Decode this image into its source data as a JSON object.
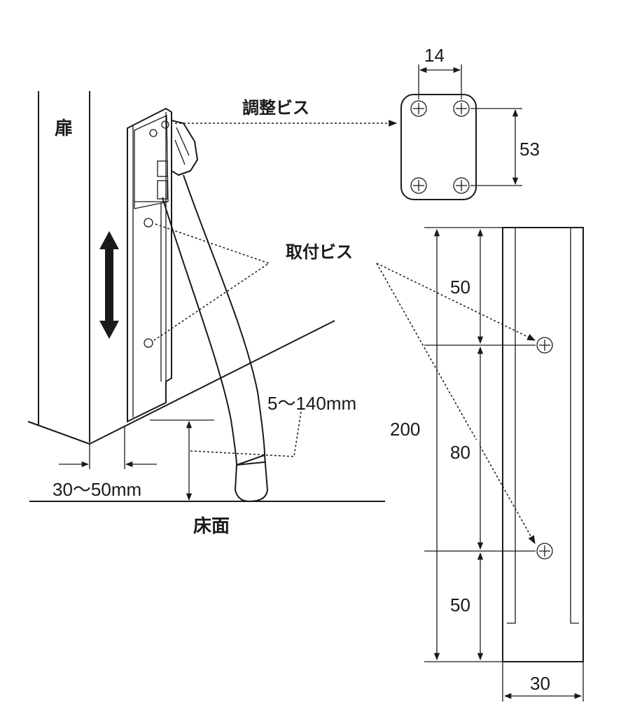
{
  "labels": {
    "door": "扉",
    "adjust_screw": "調整ビス",
    "mount_screw": "取付ビス",
    "floor": "床面",
    "stroke_range": "5～140mm",
    "offset_range": "30～50mm"
  },
  "dimensions": {
    "plate_hole_pitch_h": "14",
    "plate_hole_pitch_v": "53",
    "bracket_total_length": "200",
    "bracket_top_to_hole": "50",
    "bracket_hole_pitch": "80",
    "bracket_hole_to_bottom": "50",
    "bracket_width": "30"
  },
  "colors": {
    "line": "#1a1a1a",
    "background": "#ffffff"
  }
}
